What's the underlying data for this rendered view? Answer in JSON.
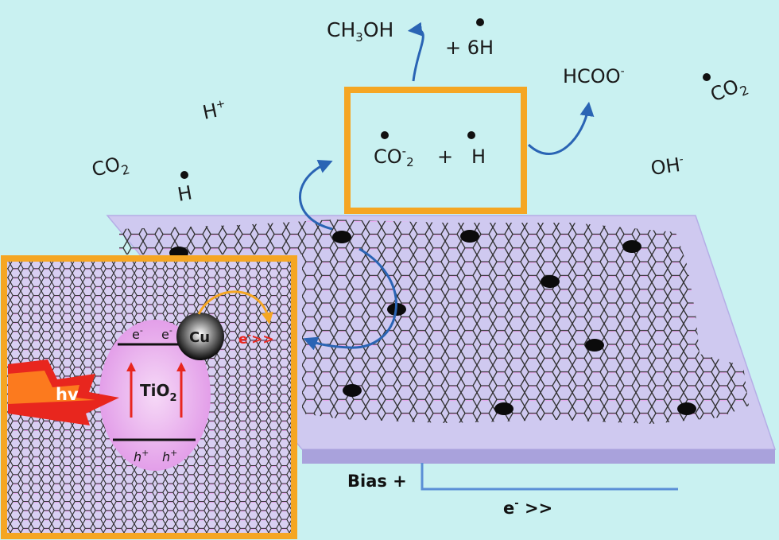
{
  "species": {
    "ch3oh_main": "CH",
    "ch3oh_sub": "3",
    "ch3oh_tail": "OH",
    "plus_6h": "+ 6H",
    "hcoo_main": "HCOO",
    "hcoo_sup": "-",
    "co2_right_main": "CO",
    "co2_right_sub": "2",
    "h_plus_main": "H",
    "h_plus_sup": "+",
    "co2_left_main": "CO",
    "co2_left_sub": "2",
    "h_radical": "H",
    "oh_main": "OH",
    "oh_sup": "-"
  },
  "reaction_box": {
    "co2_main": "CO",
    "co2_sup": "-",
    "co2_sub": "2",
    "plus": "+",
    "h_radical": "H"
  },
  "inset": {
    "electron_left_main": "e",
    "electron_left_sup": "-",
    "electron_right_main": "e",
    "electron_right_sup": "-",
    "tio2_main": "TiO",
    "tio2_sub": "2",
    "hole_left_main": "h",
    "hole_left_sup": "+",
    "hole_right_main": "h",
    "hole_right_sup": "+",
    "cu_label": "Cu",
    "hv_label": "hv",
    "electron_flow_main": "e",
    "electron_flow_sup": "-",
    "electron_flow_tail": ">>"
  },
  "circuit": {
    "bias_label": "Bias +",
    "electron_out_main": "e",
    "electron_out_sup": "-",
    "electron_out_tail": " >>"
  },
  "colors": {
    "background": "#c9f1f1",
    "box_border": "#f5a623",
    "arrow_blue": "#2a64b4",
    "sheet_fill": "#ccc6ee",
    "lattice_stroke": "#3b3b3b",
    "tio2_fill": "#e6a8ec",
    "hv_red": "#e8261e",
    "electron_red": "#e8261e",
    "wire_blue": "#5b8fd6"
  },
  "icons": [
    "radical-dot-icon",
    "copper-nanoparticle-icon",
    "light-bolt-icon",
    "curved-arrow-icon"
  ]
}
